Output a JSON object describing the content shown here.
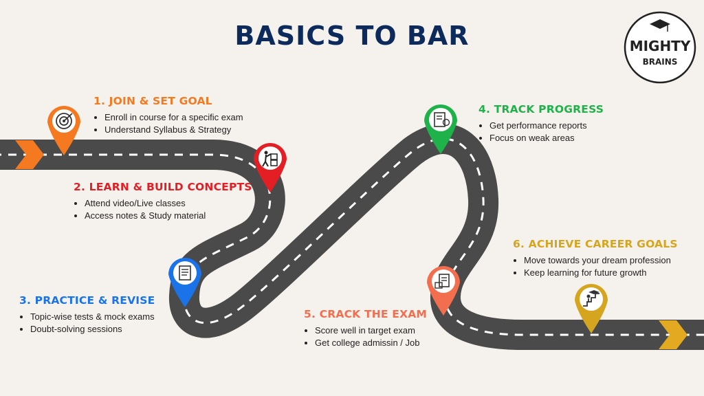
{
  "title": "BASICS TO BAR",
  "logo": {
    "line1": "MIGHTY",
    "line2": "BRAINS"
  },
  "colors": {
    "title": "#0d2a5c",
    "road": "#4a4a4a",
    "arrow": "#f47920",
    "end_arrow": "#e2a921"
  },
  "steps": [
    {
      "heading": "1. JOIN & SET GOAL",
      "color": "#f47920",
      "icon": "target-icon",
      "bullets": [
        "Enroll in course for a specific exam",
        "Understand Syllabus & Strategy"
      ]
    },
    {
      "heading": "2. LEARN & BUILD CONCEPTS",
      "color": "#e41e25",
      "icon": "puzzle-person-icon",
      "bullets": [
        "Attend video/Live classes",
        "Access notes & Study material"
      ]
    },
    {
      "heading": "3. PRACTICE & REVISE",
      "color": "#1a73e8",
      "icon": "document-icon",
      "bullets": [
        "Topic-wise tests & mock exams",
        "Doubt-solving sessions"
      ]
    },
    {
      "heading": "4. TRACK PROGRESS",
      "color": "#1fb14a",
      "icon": "clipboard-chart-icon",
      "bullets": [
        "Get performance reports",
        "Focus on weak areas"
      ]
    },
    {
      "heading": "5. CRACK THE EXAM",
      "color": "#f26e4f",
      "icon": "exam-paper-icon",
      "bullets": [
        "Score well in target exam",
        "Get college admissin / Job"
      ]
    },
    {
      "heading": "6. ACHIEVE CAREER GOALS",
      "color": "#d6a520",
      "icon": "graduate-stairs-icon",
      "bullets": [
        "Move towards your dream profession",
        "Keep learning for future growth"
      ]
    }
  ]
}
